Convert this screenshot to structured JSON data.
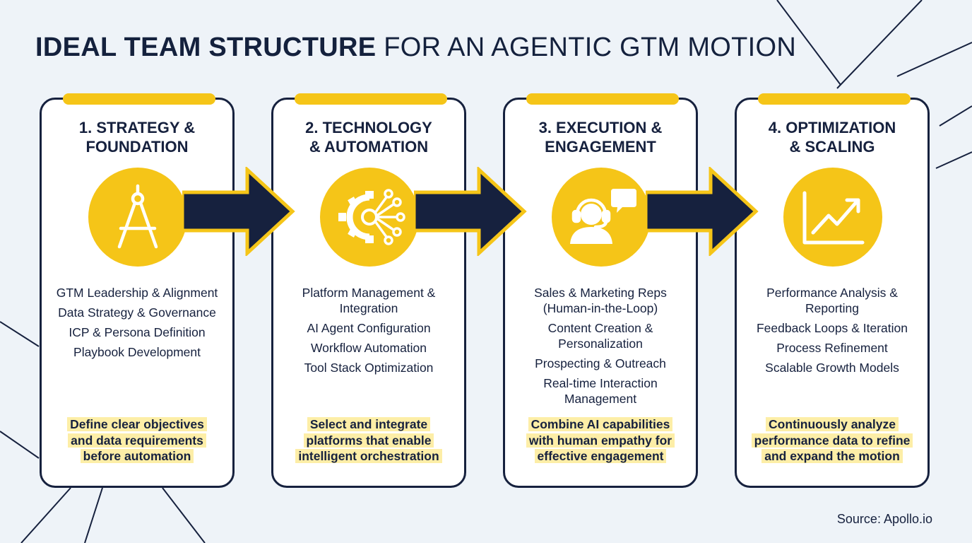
{
  "title": {
    "bold": "IDEAL TEAM STRUCTURE",
    "regular": "FOR AN AGENTIC GTM MOTION"
  },
  "colors": {
    "accent": "#f5c518",
    "navy": "#16213e",
    "highlight": "#fdeea7",
    "background": "#eef3f8"
  },
  "steps": [
    {
      "title_line1": "1. STRATEGY &",
      "title_line2": "FOUNDATION",
      "icon": "compass-icon",
      "items": [
        "GTM Leadership & Alignment",
        "Data Strategy & Governance",
        "ICP & Persona Definition",
        "Playbook Development"
      ],
      "note": [
        "Define clear objectives",
        "and data requirements",
        "before automation"
      ]
    },
    {
      "title_line1": "2. TECHNOLOGY",
      "title_line2": "& AUTOMATION",
      "icon": "gear-network-icon",
      "items": [
        "Platform Management & Integration",
        "AI Agent Configuration",
        "Workflow Automation",
        "Tool Stack Optimization"
      ],
      "note": [
        "Select and integrate",
        "platforms that enable",
        "intelligent orchestration"
      ]
    },
    {
      "title_line1": "3. EXECUTION &",
      "title_line2": "ENGAGEMENT",
      "icon": "headset-chat-icon",
      "items": [
        "Sales & Marketing Reps (Human-in-the-Loop)",
        "Content Creation & Personalization",
        "Prospecting & Outreach",
        "Real-time Interaction Management"
      ],
      "note": [
        "Combine AI capabilities",
        "with human empathy for",
        "effective engagement"
      ]
    },
    {
      "title_line1": "4. OPTIMIZATION",
      "title_line2": "& SCALING",
      "icon": "growth-chart-icon",
      "items": [
        "Performance Analysis & Reporting",
        "Feedback Loops & Iteration",
        "Process Refinement",
        "Scalable Growth Models"
      ],
      "note": [
        "Continuously analyze",
        "performance data to refine",
        "and expand the motion"
      ]
    }
  ],
  "source": "Source: Apollo.io"
}
